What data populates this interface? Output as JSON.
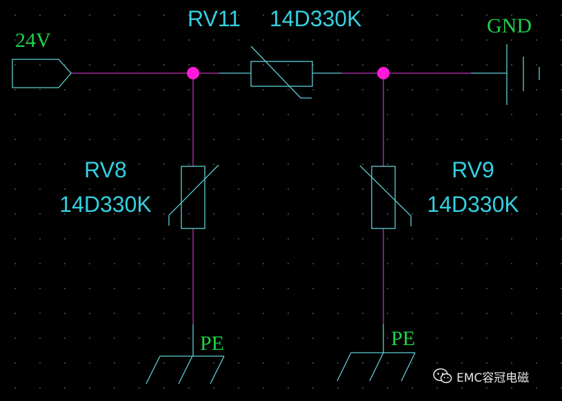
{
  "components": {
    "rv11": {
      "ref": "RV11",
      "value": "14D330K"
    },
    "rv8": {
      "ref": "RV8",
      "value": "14D330K"
    },
    "rv9": {
      "ref": "RV9",
      "value": "14D330K"
    }
  },
  "nets": {
    "input": "24V",
    "ground": "GND",
    "pe_left": "PE",
    "pe_right": "PE"
  },
  "watermark": {
    "text": "EMC容冠电磁"
  },
  "colors": {
    "background": "#000000",
    "wire": "#c030b8",
    "component": "#5fd0d8",
    "junction": "#ff1ad9",
    "reference_text": "#33d0e0",
    "net_text": "#1ed24a"
  }
}
